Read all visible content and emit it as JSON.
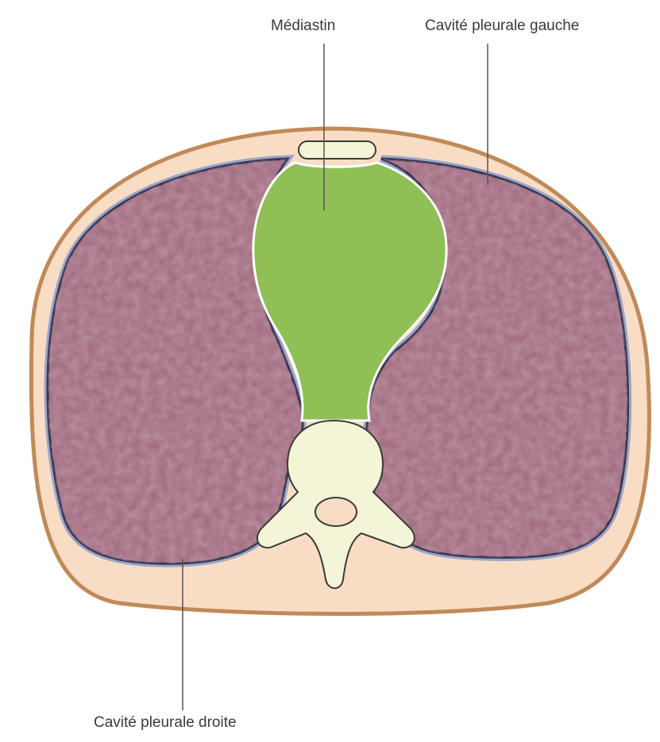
{
  "labels": {
    "mediastin": "Médiastin",
    "left_cavity": "Cavité pleurale gauche",
    "right_cavity": "Cavité pleurale droite"
  },
  "colors": {
    "skin_outline": "#c08a58",
    "body_fill": "#f9dcc4",
    "lung_fill": "#a36f82",
    "lung_texture": "#8e5a6e",
    "pleura": "#33334d",
    "mediastinum": "#8fbf55",
    "bone": "#f4f5d6",
    "leader_line": "#555555"
  }
}
